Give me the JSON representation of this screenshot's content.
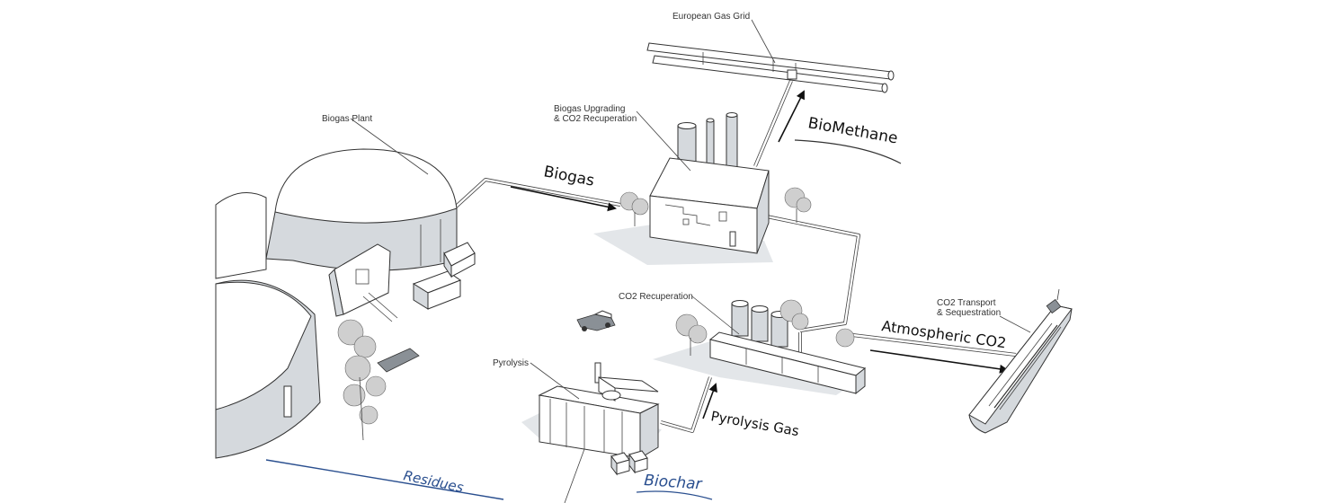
{
  "labels": {
    "european_gas_grid": "European Gas Grid",
    "biogas_upgrading_line1": "Biogas Upgrading",
    "biogas_upgrading_line2": "& CO2 Recuperation",
    "biogas_plant": "Biogas Plant",
    "co2_recuperation": "CO2 Recuperation",
    "pyrolysis": "Pyrolysis",
    "co2_transport_line1": "CO2 Transport",
    "co2_transport_line2": "& Sequestration"
  },
  "flows": {
    "biomethane": "BioMethane",
    "biogas": "Biogas",
    "atmospheric_co2": "Atmospheric CO2",
    "pyrolysis_gas": "Pyrolysis Gas",
    "residues": "Residues",
    "biochar": "Biochar"
  },
  "colors": {
    "ink": "#333333",
    "blue_annotation": "#2a4f8f",
    "shade": "#d5d9dd"
  }
}
